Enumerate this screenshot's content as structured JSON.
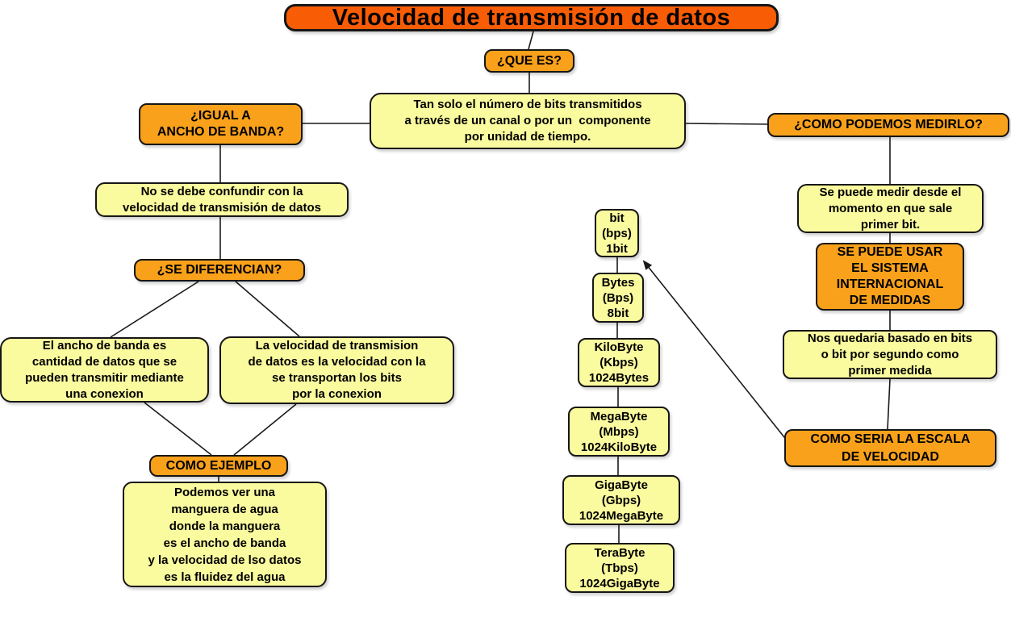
{
  "diagram": {
    "title": "Velocidad de transmisión de datos",
    "colors": {
      "root_bg": "#F85C05",
      "topic_bg": "#F9A11B",
      "note_bg": "#FAFA9E",
      "line": "#1a1a1a"
    },
    "nodes": {
      "title": "Velocidad de transmisión de datos",
      "que_es": "¿QUE ES?",
      "tan_solo": "Tan solo el número de bits transmitidos\na través de un canal o por un  componente\npor unidad de tiempo.",
      "igual_a": "¿IGUAL A\nANCHO DE BANDA?",
      "como_podemos": "¿COMO PODEMOS MEDIRLO?",
      "no_se_debe": "No se debe confundir con la\nvelocidad de transmisión de datos",
      "se_diferencian": "¿SE DIFERENCIAN?",
      "ancho_banda": "El ancho de banda es\ncantidad de datos que se\npueden transmitir mediante\nuna conexion",
      "velocidad_transmision": "La velocidad de transmision\nde datos es la velocidad con la\nse transportan los bits\npor la conexion",
      "como_ejemplo": "COMO EJEMPLO",
      "podemos_ver": "Podemos ver una\nmanguera de agua\ndonde la manguera\nes el ancho de banda\ny la velocidad de lso datos\nes la fluidez del agua",
      "se_puede_medir": "Se puede medir desde el\nmomento en que sale\nprimer bit.",
      "se_puede_usar": "SE PUEDE USAR\nEL SISTEMA\nINTERNACIONAL\nDE MEDIDAS",
      "nos_quedaria": "Nos quedaria basado en bits\no bit por segundo como\nprimer medida",
      "como_seria": "COMO SERIA LA ESCALA\nDE VELOCIDAD",
      "scale": {
        "bit": "bit\n(bps)\n1bit",
        "bytes": "Bytes\n(Bps)\n8bit",
        "kilobyte": "KiloByte\n(Kbps)\n1024Bytes",
        "megabyte": "MegaByte\n(Mbps)\n1024KiloByte",
        "gigabyte": "GigaByte\n(Gbps)\n1024MegaByte",
        "terabyte": "TeraByte\n(Tbps)\n1024GigaByte"
      }
    }
  }
}
